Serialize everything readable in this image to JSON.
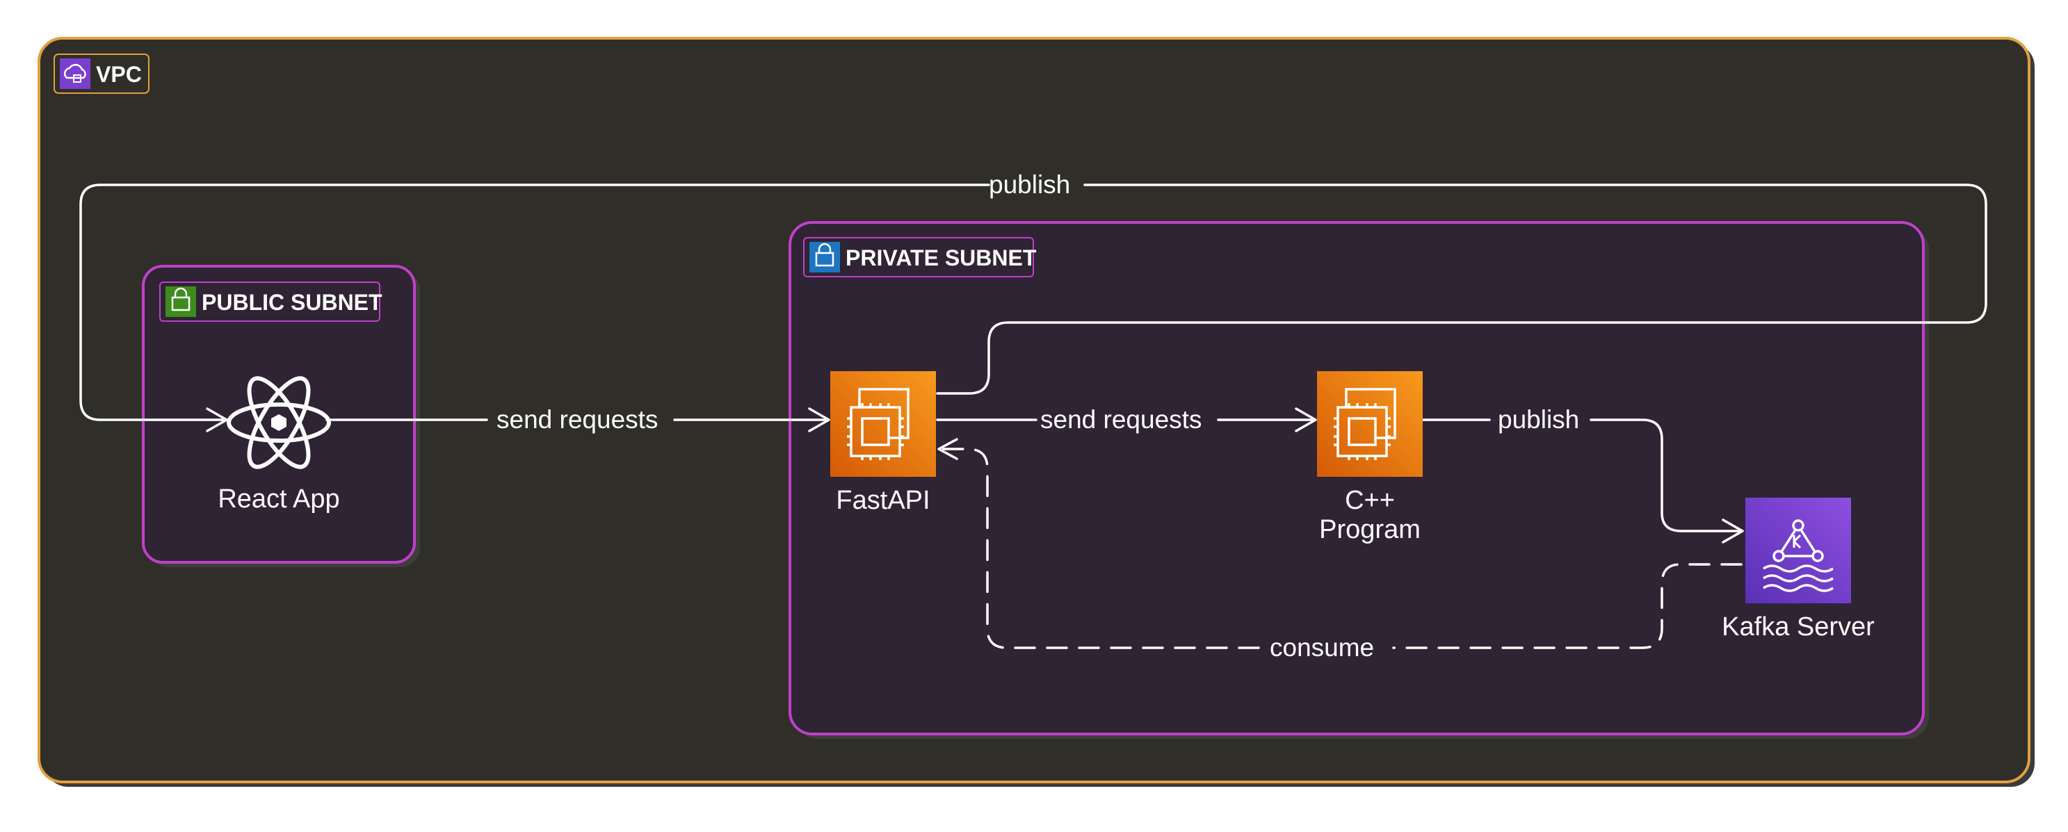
{
  "groups": {
    "vpc": {
      "label": "VPC",
      "border_color": "#e0a040",
      "fill_color": "#302e28",
      "icon": "cloud-lock-icon"
    },
    "public_subnet": {
      "label": "PUBLIC SUBNET",
      "border_color": "#c040c8",
      "fill_color": "#2e2434",
      "icon": "lock-icon"
    },
    "private_subnet": {
      "label": "PRIVATE SUBNET",
      "border_color": "#c040c8",
      "fill_color": "#2e2434",
      "icon": "lock-icon"
    }
  },
  "nodes": {
    "react_app": {
      "label": "React App",
      "icon": "react-atom-icon"
    },
    "fastapi": {
      "label": "FastAPI",
      "icon": "ec2-chip-icon",
      "color": "#e8771c"
    },
    "cpp_program": {
      "label_line1": "C++",
      "label_line2": "Program",
      "icon": "ec2-chip-icon",
      "color": "#e8771c"
    },
    "kafka_server": {
      "label": "Kafka Server",
      "icon": "kafka-msk-icon",
      "color": "#7b3fd0"
    }
  },
  "edges": {
    "react_to_fastapi": {
      "label": "send requests"
    },
    "fastapi_to_cpp": {
      "label": "send requests"
    },
    "cpp_to_kafka": {
      "label": "publish"
    },
    "fastapi_to_react": {
      "label": "publish"
    },
    "kafka_to_fastapi": {
      "label": "consume",
      "style": "dashed"
    }
  }
}
